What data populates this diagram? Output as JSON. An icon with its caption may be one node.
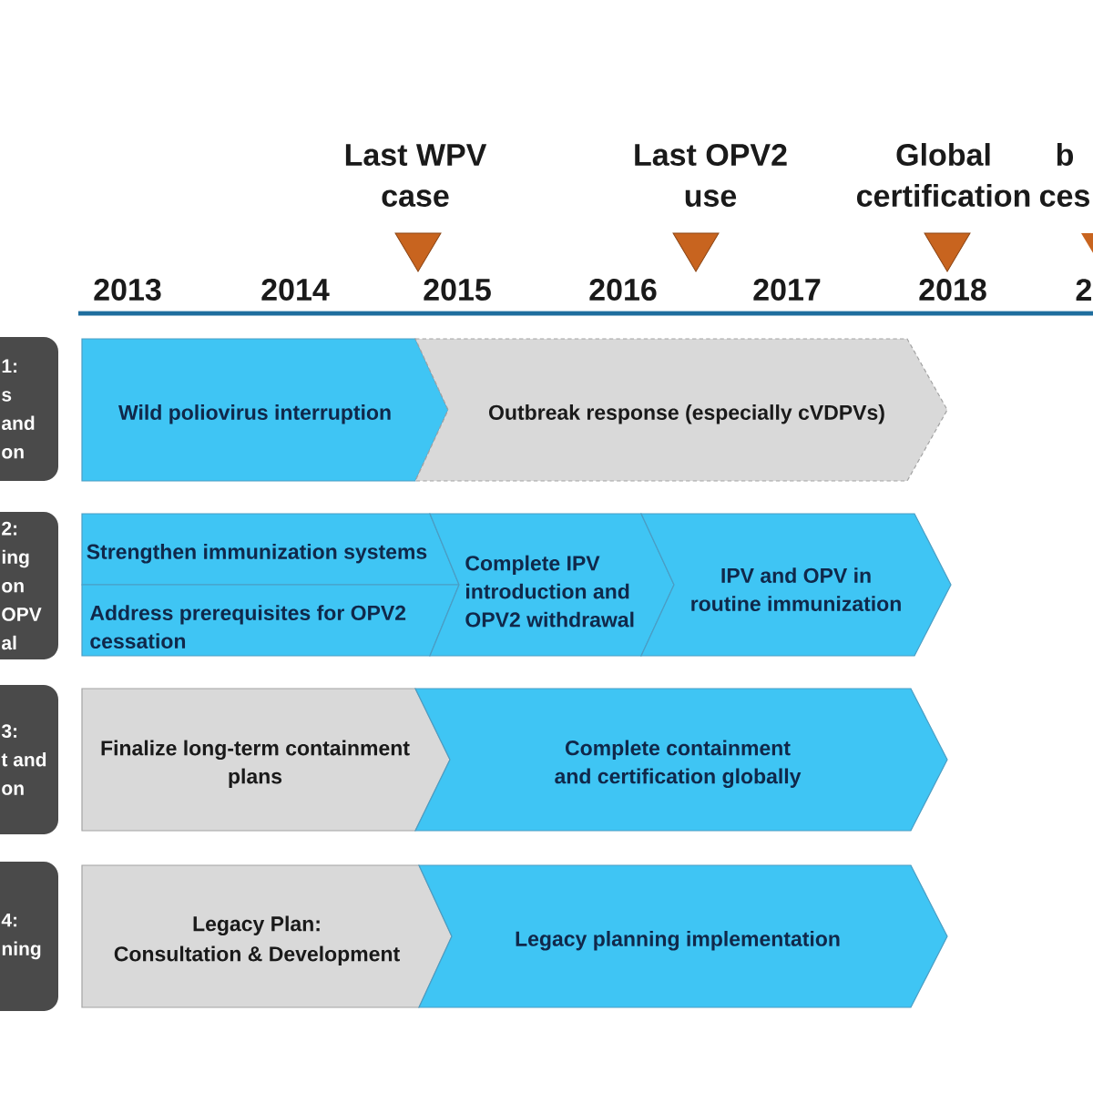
{
  "diagram": {
    "nodes": [
      {
        "text": [
          "1:",
          "s",
          "and",
          "on"
        ]
      },
      {
        "text": [
          "Wild poliovirus interruption"
        ]
      },
      {
        "text": [
          "Outbreak response (especially cVDPVs)"
        ]
      },
      {
        "text": [
          "2:",
          "ing",
          "on",
          "OPV",
          "al"
        ]
      },
      {
        "text": [
          "Strengthen immunization systems"
        ]
      },
      {
        "text": [
          "Address prerequisites for OPV2 cessation"
        ]
      },
      {
        "text": [
          "Complete IPV introduction and OPV2 withdrawal"
        ]
      },
      {
        "text": [
          "IPV and OPV in routine immunization"
        ]
      },
      {
        "text": [
          "3:",
          "t and",
          "on"
        ]
      },
      {
        "text": [
          "Finalize long-term containment plans"
        ]
      },
      {
        "text": [
          "Complete containment and certification globally"
        ]
      },
      {
        "text": [
          "4:",
          "ning"
        ]
      },
      {
        "text": [
          "Legacy Plan:",
          "Consultation & Development"
        ]
      },
      {
        "text": [
          "Legacy planning implementation"
        ]
      }
    ],
    "labels": [
      "Last WPV case",
      "Last OPV2 use",
      "Global certification",
      "b ces",
      "2013",
      "2014",
      "2015",
      "2016",
      "2017",
      "2018",
      "2"
    ]
  }
}
